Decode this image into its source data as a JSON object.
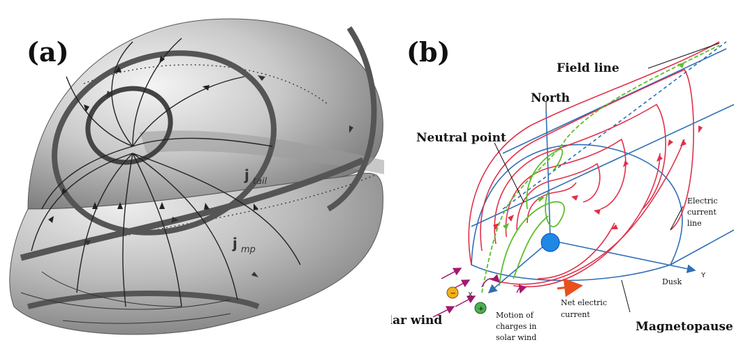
{
  "panel_a": {
    "letter": "(a)",
    "j_tail": "j",
    "j_tail_sub": "tail",
    "j_mp": "j",
    "j_mp_sub": "mp"
  },
  "panel_b": {
    "letter": "(b)",
    "field_line": "Field line",
    "north": "North",
    "neutral_point": "Neutral point",
    "electric_current_line": [
      "Electric",
      "current",
      "line"
    ],
    "solar_wind": "Solar wind",
    "motion_of_charges": [
      "Motion of",
      "charges in",
      "solar wind"
    ],
    "net_electric_current": [
      "Net electric",
      "current"
    ],
    "dusk": "Dusk",
    "y_axis": "Y",
    "x_axis": "X",
    "magnetopause": "Magnetopause",
    "neg_charge": "−",
    "pos_charge": "+"
  },
  "colors": {
    "field_red": "#e0304a",
    "field_green": "#5cbf2a",
    "axis_blue": "#2f6fb5",
    "earth_blue": "#1e88e5",
    "charge_neg": "#f2b01e",
    "charge_pos": "#4caf50",
    "wind_arrow": "#a01a6e",
    "net_current": "#e8501e"
  }
}
